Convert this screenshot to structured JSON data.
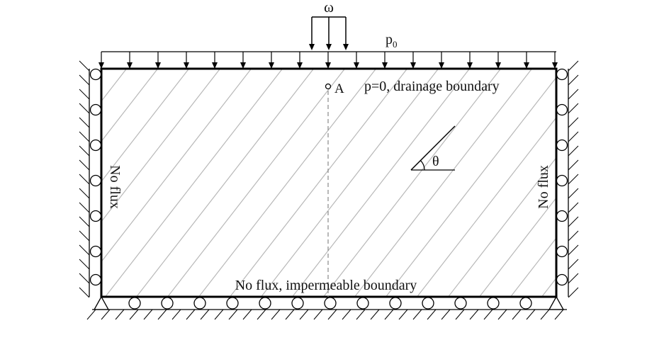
{
  "labels": {
    "omega": "ω",
    "p0_base": "p",
    "p0_sub": "0",
    "point_a": "A",
    "top_boundary": "p=0, drainage boundary",
    "theta": "θ",
    "left_boundary": "No flux",
    "right_boundary": "No flux",
    "bottom_boundary": "No flux, impermeable boundary"
  }
}
